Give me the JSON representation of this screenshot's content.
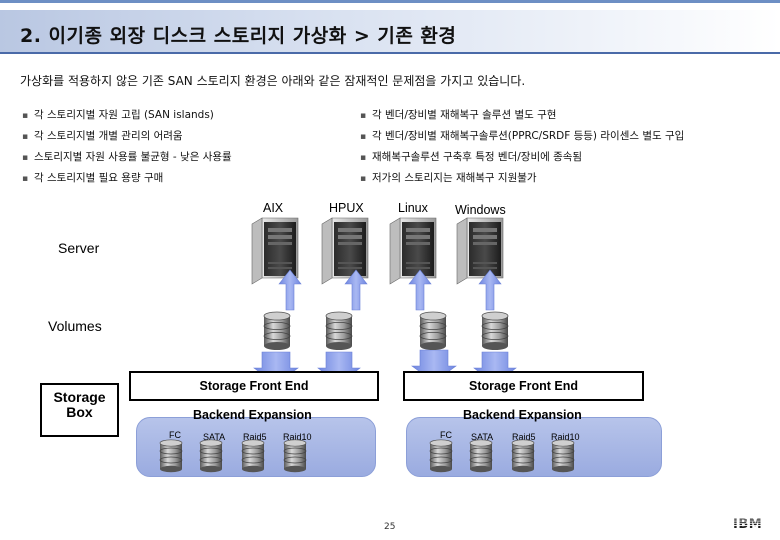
{
  "slide": {
    "title": "2. 이기종 외장 디스크 스토리지 가상화 > 기존 환경",
    "intro": "가상화를 적용하지 않은 기존 SAN 스토리지 환경은 아래와 같은 잠재적인 문제점을 가지고 있습니다.",
    "bullets_left": [
      "각 스토리지별 자원 고립 (SAN islands)",
      "각 스토리지별 개별 관리의 어려움",
      "스토리지별 자원 사용률 불균형 - 낮은 사용률",
      "각 스토리지별 필요 용량 구매"
    ],
    "bullets_right": [
      "각 벤더/장비별 재해복구 솔루션 별도 구현",
      "각 벤더/장비별 재해복구솔루션(PPRC/SRDF 등등) 라이센스 별도 구입",
      "재해복구솔루션 구축후 특정 벤더/장비에 종속됨",
      "저가의 스토리지는 재해복구 지원불가"
    ],
    "page_number": "25"
  },
  "diagram": {
    "os_labels": [
      "AIX",
      "HPUX",
      "Linux",
      "Windows"
    ],
    "server_label": "Server",
    "volumes_label": "Volumes",
    "storage_box_label": "Storage\nBox",
    "storage_front_end": "Storage Front End",
    "backend_expansion": "Backend Expansion",
    "drive_labels": [
      "FC",
      "SATA",
      "Raid5",
      "Raid10"
    ]
  },
  "logo": {
    "text": "IBM"
  },
  "colors": {
    "title_gradient_start": "#b9c7e2",
    "arrow_blue": "#7d95e8",
    "tray_blue": "#a7b6e4",
    "title_rule": "#4a6aa8"
  }
}
